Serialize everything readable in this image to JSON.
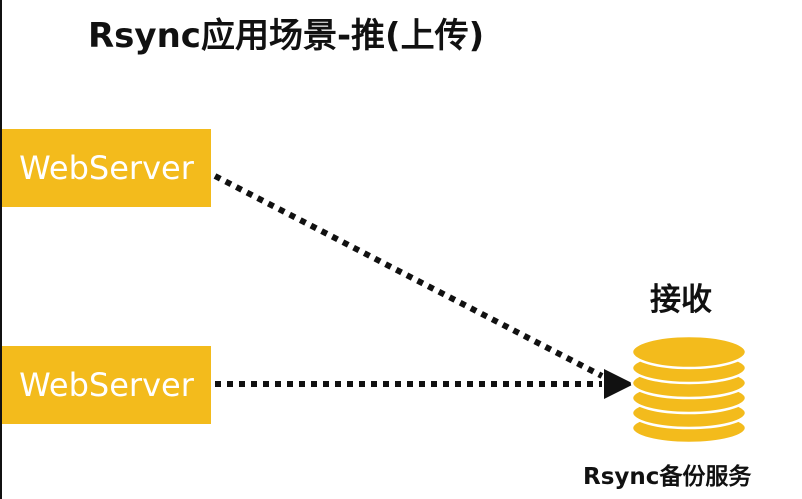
{
  "title": "Rsync应用场景-推(上传)",
  "servers": [
    {
      "label": "WebServer"
    },
    {
      "label": "WebServer"
    }
  ],
  "receiver": {
    "action_label": "接收",
    "label": "Rsync备份服务",
    "icon": "database-stack-icon"
  },
  "colors": {
    "server_fill": "#f3bb1c",
    "db_fill": "#f3bb1c",
    "arrow": "#111111"
  }
}
